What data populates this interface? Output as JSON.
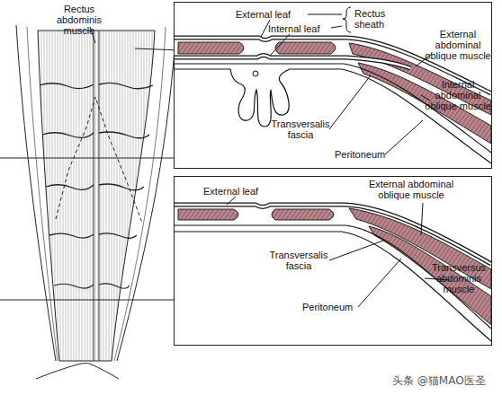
{
  "diagram": {
    "labels": [
      "Rectus abdominis muscle",
      "External leaf",
      "Internal leaf",
      "Rectus sheath",
      "External abdominal oblique muscle",
      "Internal abdominal oblique muscle",
      "Transversalis fascia",
      "Peritoneum",
      "External leaf",
      "External abdominal oblique muscle",
      "Transversalis fascia",
      "Transversus abdominis muscle",
      "Peritoneum",
      "头条 @猫MAO医圣"
    ]
  }
}
